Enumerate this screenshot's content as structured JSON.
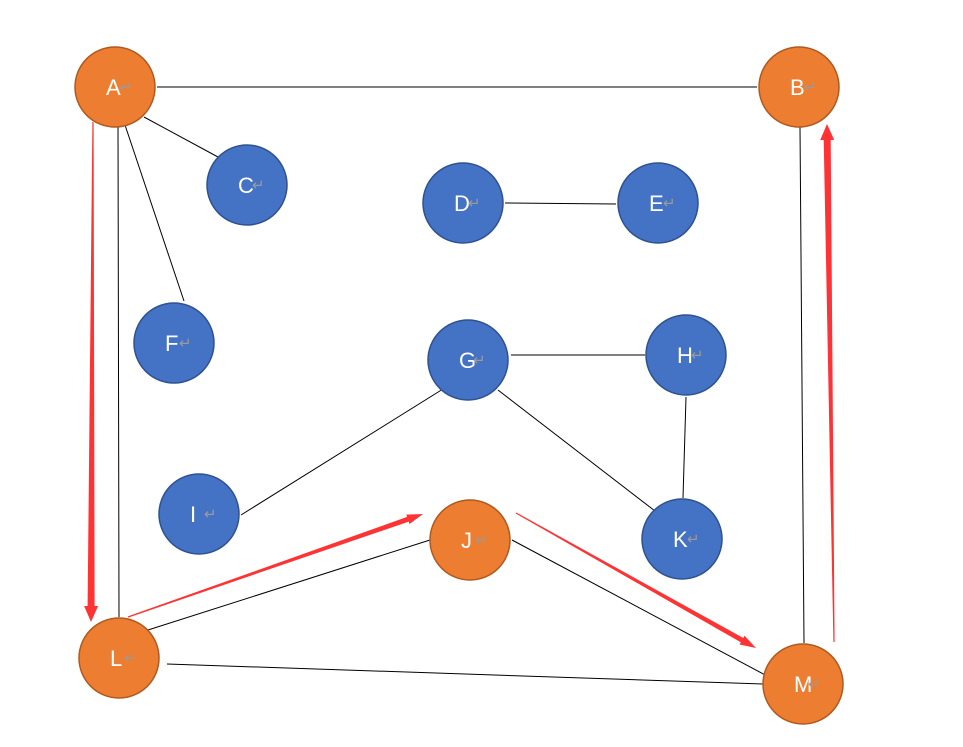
{
  "colors": {
    "orange": "#ed7d31",
    "orange_stroke": "#ae5a21",
    "blue": "#4472c4",
    "blue_stroke": "#2f528f",
    "edge": "#000000",
    "arrow": "#ff3333",
    "label": "#ffffff",
    "return_mark": "#9a9a9a"
  },
  "return_symbol": "↵",
  "nodes": [
    {
      "id": "A",
      "label": "A",
      "color": "orange"
    },
    {
      "id": "B",
      "label": "B",
      "color": "orange"
    },
    {
      "id": "C",
      "label": "C",
      "color": "blue"
    },
    {
      "id": "D",
      "label": "D",
      "color": "blue"
    },
    {
      "id": "E",
      "label": "E",
      "color": "blue"
    },
    {
      "id": "F",
      "label": "F",
      "color": "blue"
    },
    {
      "id": "G",
      "label": "G",
      "color": "blue"
    },
    {
      "id": "H",
      "label": "H",
      "color": "blue"
    },
    {
      "id": "I",
      "label": "I",
      "color": "blue"
    },
    {
      "id": "J",
      "label": "J",
      "color": "orange"
    },
    {
      "id": "K",
      "label": "K",
      "color": "blue"
    },
    {
      "id": "L",
      "label": "L",
      "color": "orange"
    },
    {
      "id": "M",
      "label": "M",
      "color": "orange"
    }
  ],
  "edges": [
    [
      "A",
      "B"
    ],
    [
      "A",
      "C"
    ],
    [
      "A",
      "F"
    ],
    [
      "A",
      "L"
    ],
    [
      "B",
      "M"
    ],
    [
      "D",
      "E"
    ],
    [
      "G",
      "H"
    ],
    [
      "G",
      "I"
    ],
    [
      "G",
      "K"
    ],
    [
      "H",
      "K"
    ],
    [
      "L",
      "J"
    ],
    [
      "L",
      "M"
    ],
    [
      "J",
      "M"
    ]
  ],
  "path_arrows": [
    {
      "from": "A",
      "to": "L"
    },
    {
      "from": "L",
      "to": "J"
    },
    {
      "from": "J",
      "to": "M"
    },
    {
      "from": "M",
      "to": "B"
    }
  ]
}
